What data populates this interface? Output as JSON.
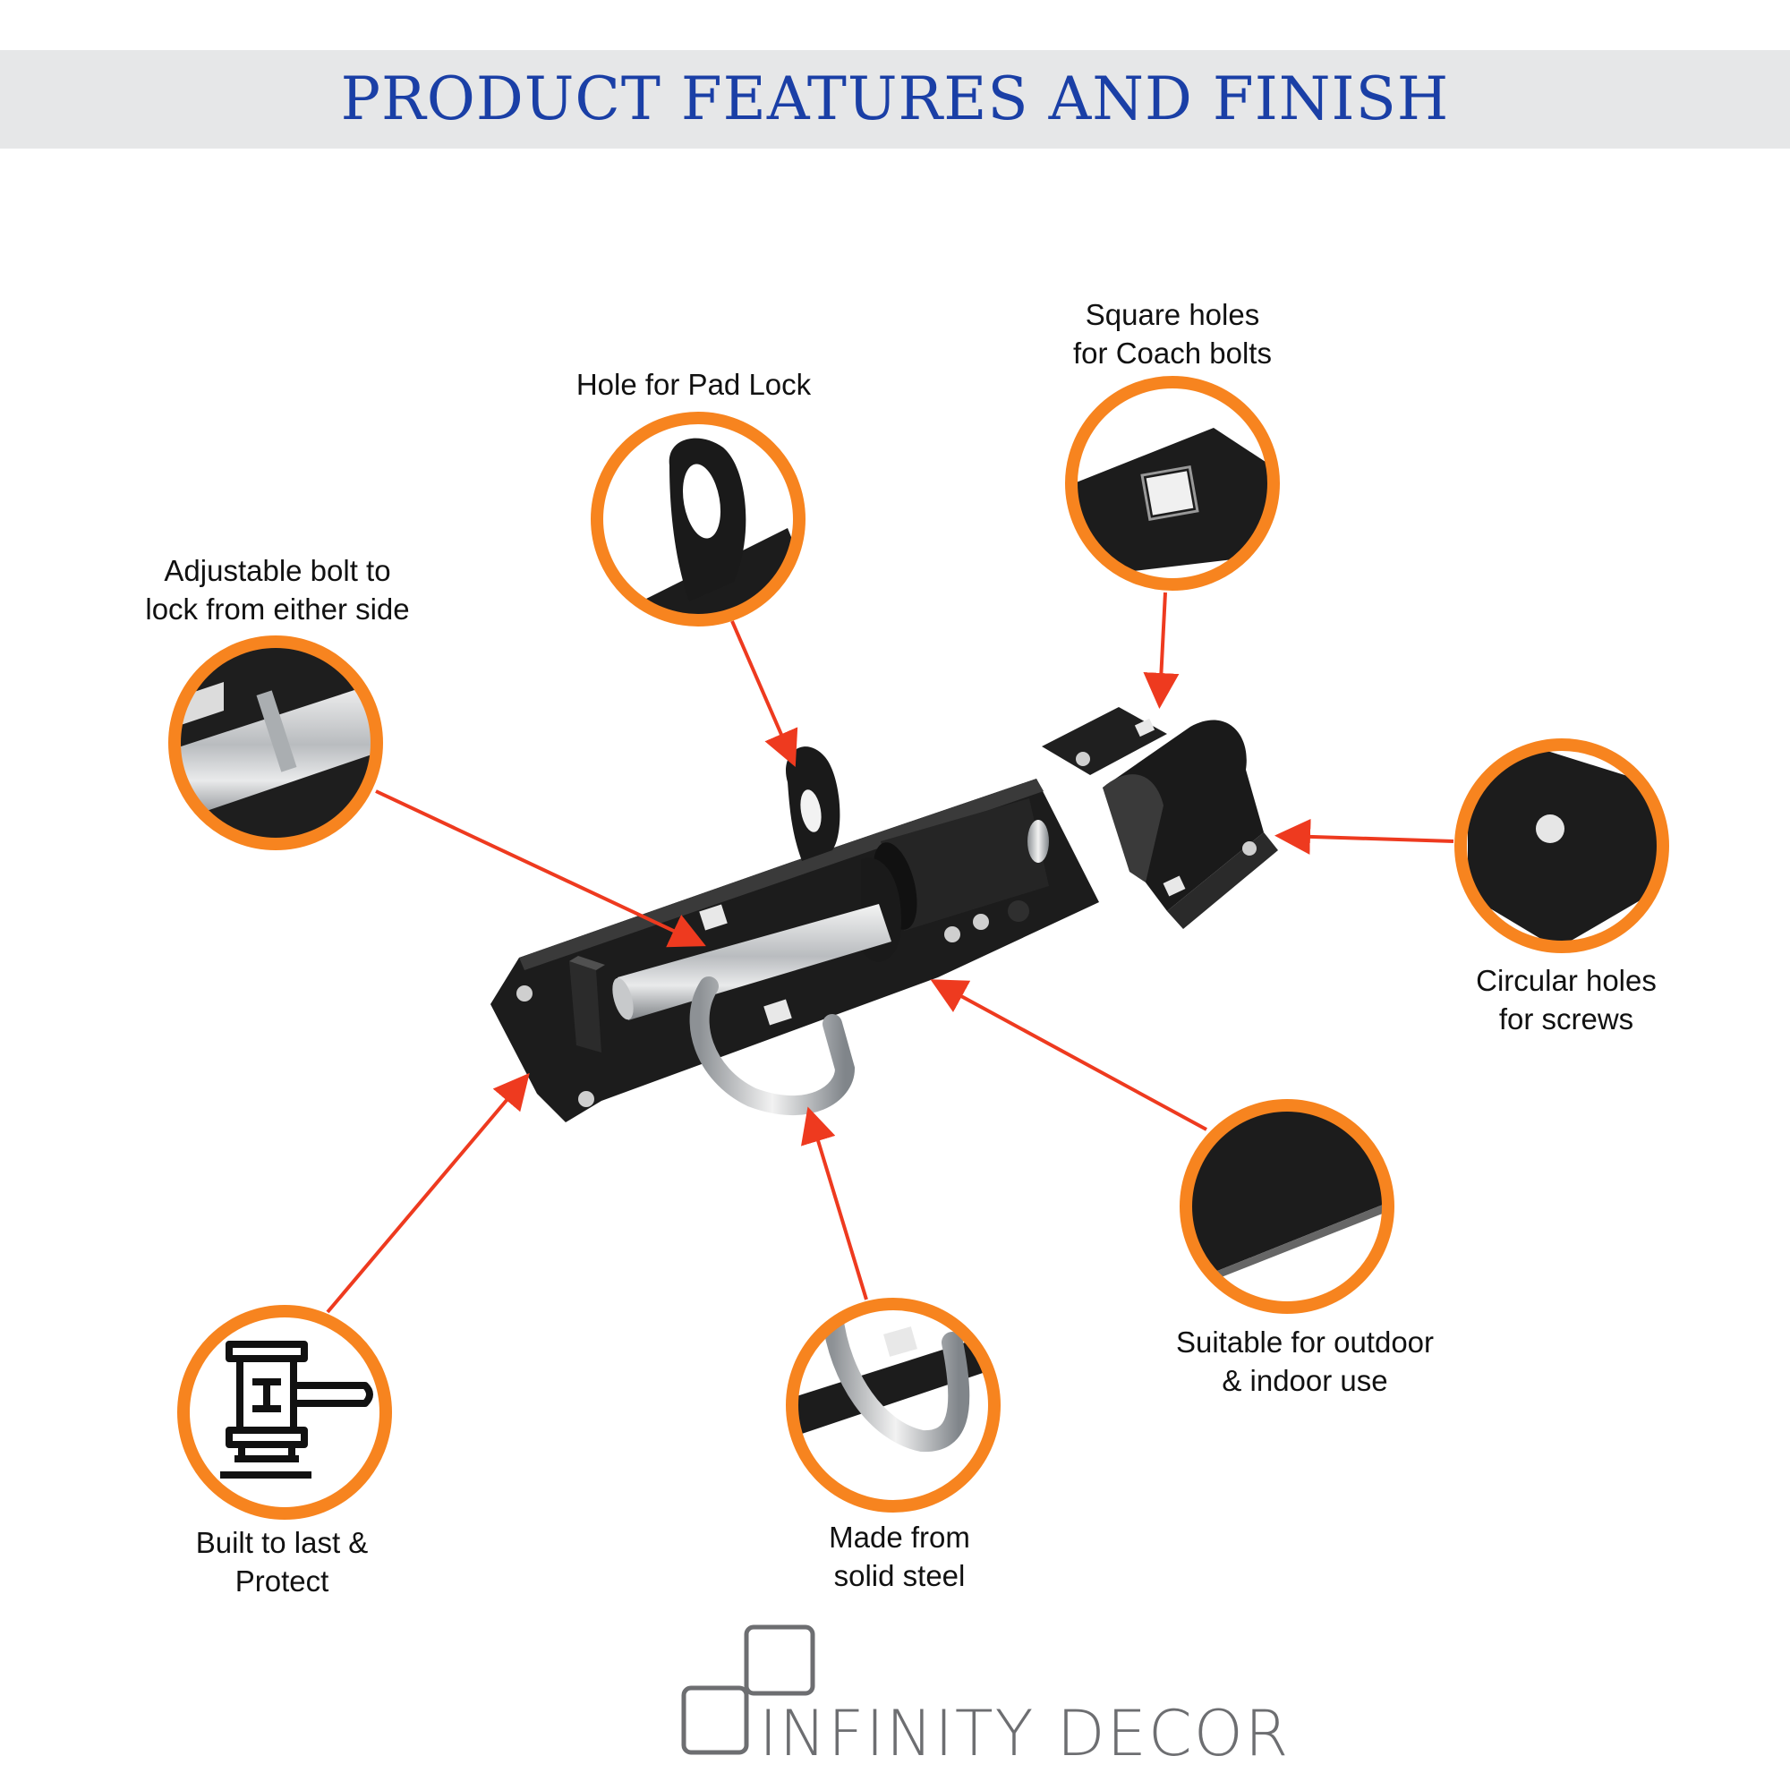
{
  "header": {
    "title": "PRODUCT FEATURES AND FINISH"
  },
  "colors": {
    "accent_ring": "#f7841f",
    "arrow": "#ee3a1f",
    "title_blue": "#1a3fa6",
    "product_black": "#1c1c1c"
  },
  "callouts": {
    "adjustable_bolt": {
      "line1": "Adjustable bolt to",
      "line2": "lock from either side"
    },
    "pad_lock_hole": {
      "line1": "Hole for Pad Lock"
    },
    "square_holes": {
      "line1": "Square holes",
      "line2": "for Coach bolts"
    },
    "circular_holes": {
      "line1": "Circular holes",
      "line2": "for screws"
    },
    "outdoor_indoor": {
      "line1": "Suitable for outdoor",
      "line2": "& indoor use"
    },
    "built_to_last": {
      "line1": "Built to last &",
      "line2": "Protect",
      "icon": "gavel-icon"
    },
    "solid_steel": {
      "line1": "Made from",
      "line2": "solid steel"
    }
  },
  "brand": {
    "name": "INFINITY DECOR"
  }
}
